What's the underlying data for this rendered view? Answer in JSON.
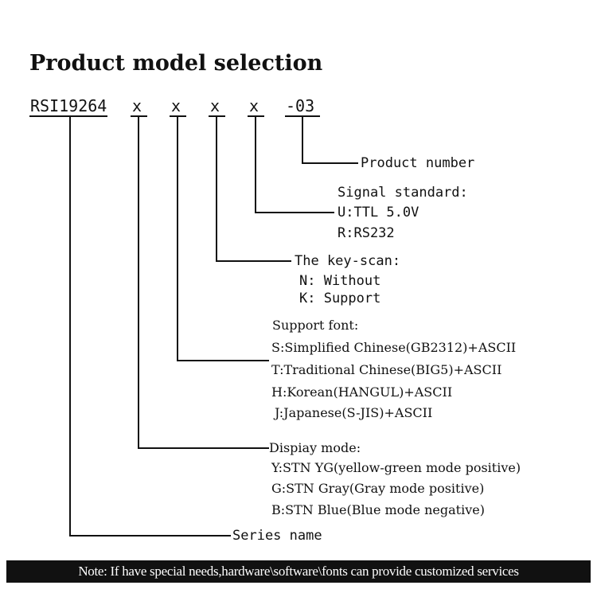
{
  "title": "Product model selection",
  "model": {
    "series": "RSI19264",
    "slots": [
      "x",
      "x",
      "x",
      "x"
    ],
    "suffix": "-03"
  },
  "product_number": {
    "label": "Product number"
  },
  "signal_standard": {
    "heading": "Signal standard:",
    "options": [
      "U:TTL 5.0V",
      "R:RS232"
    ]
  },
  "key_scan": {
    "heading": "The key-scan:",
    "options": [
      "N: Without",
      "K: Support"
    ]
  },
  "support_font": {
    "heading": "Support font:",
    "options": [
      "S:Simplified Chinese(GB2312)+ASCII",
      "T:Traditional Chinese(BIG5)+ASCII",
      "H:Korean(HANGUL)+ASCII",
      "J:Japanese(S-JIS)+ASCII"
    ]
  },
  "display_mode": {
    "heading": "Dispiay mode:",
    "options": [
      "Y:STN YG(yellow-green mode positive)",
      "G:STN Gray(Gray mode positive)",
      "B:STN Blue(Blue mode negative)"
    ]
  },
  "series_name": {
    "label": "Series name"
  },
  "note": "Note: If have special needs,hardware\\software\\fonts can provide customized services"
}
